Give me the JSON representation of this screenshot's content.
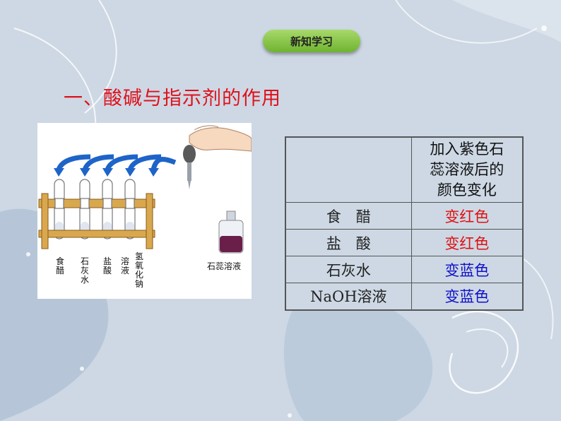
{
  "badge": "新知学习",
  "title": "一、酸碱与指示剂的作用",
  "figure": {
    "tube_labels": [
      "食醋",
      "石灰水",
      "盐酸",
      "溶液",
      "氢氧化钠"
    ],
    "bottle_label": "石蕊溶液"
  },
  "table": {
    "header": "加入紫色石蕊溶液后的颜色变化",
    "header_lines": [
      "加入紫色石",
      "蕊溶液后的",
      "颜色变化"
    ],
    "rows": [
      {
        "name": "食　醋",
        "result": "变红色",
        "color": "#e01010"
      },
      {
        "name": "盐　酸",
        "result": "变红色",
        "color": "#e01010"
      },
      {
        "name": "石灰水",
        "result": "变蓝色",
        "color": "#1010c8"
      },
      {
        "name": "NaOH溶液",
        "result": "变蓝色",
        "color": "#1010c8"
      }
    ]
  },
  "colors": {
    "background": "#cdd8e4",
    "title": "#e0101a",
    "badge": "#7fc040",
    "arrow": "#1e64c8",
    "rack": "#d9a84e",
    "litmus": "#6a1f4a"
  }
}
